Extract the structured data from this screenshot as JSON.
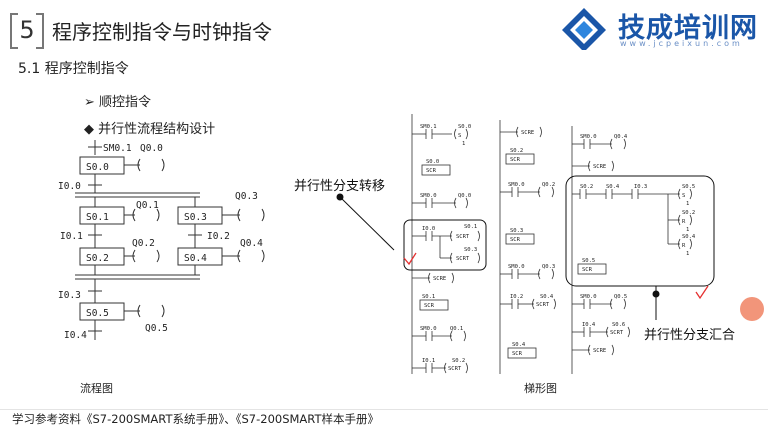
{
  "header": {
    "number": "5",
    "title": "程序控制指令与时钟指令",
    "logo_text": "技成培训网",
    "logo_url": "www.jcpeixun.com"
  },
  "section": "5.1 程序控制指令",
  "bullets": [
    {
      "marker": "➢",
      "text": "顺控指令"
    },
    {
      "marker": "◆",
      "text": "并行性流程结构设计"
    }
  ],
  "flowchart": {
    "caption": "流程图",
    "labels": {
      "sm01": "SM0.1",
      "s00": "S0.0",
      "q00": "Q0.0",
      "i00": "I0.0",
      "s01": "S0.1",
      "q01": "Q0.1",
      "s03": "S0.3",
      "q03": "Q0.3",
      "i01": "I0.1",
      "i02": "I0.2",
      "s02": "S0.2",
      "q02": "Q0.2",
      "s04": "S0.4",
      "q04": "Q0.4",
      "i03": "I0.3",
      "s05": "S0.5",
      "q05": "Q0.5",
      "i04": "I0.4"
    }
  },
  "ladder": {
    "caption": "梯形图",
    "col1": {
      "sm01": "SM0.1",
      "s00a": "S0.0",
      "s_coil": "S",
      "one": "1",
      "s00": "S0.0",
      "scr": "SCR",
      "sm00a": "SM0.0",
      "q00": "Q0.0",
      "i00": "I0.0",
      "s01": "S0.1",
      "scrt": "SCRT",
      "s03": "S0.3",
      "scre": "SCRE",
      "s01b": "S0.1",
      "sm00b": "SM0.0",
      "q01": "Q0.1",
      "i01": "I0.1",
      "s02": "S0.2"
    },
    "col2": {
      "scre": "SCRE",
      "s02": "S0.2",
      "scr": "SCR",
      "sm00a": "SM0.0",
      "q02": "Q0.2",
      "s03": "S0.3",
      "sm00b": "SM0.0",
      "q03": "Q0.3",
      "i02": "I0.2",
      "s04a": "S0.4",
      "scrt": "SCRT",
      "s04": "S0.4"
    },
    "col3": {
      "sm00a": "SM0.0",
      "q04": "Q0.4",
      "scre": "SCRE",
      "s02": "S0.2",
      "s04": "S0.4",
      "i03": "I0.3",
      "s05": "S0.5",
      "s_coil": "S",
      "one": "1",
      "s02r": "S0.2",
      "r_coil": "R",
      "s04r": "S0.4",
      "s05b": "S0.5",
      "scr": "SCR",
      "sm00b": "SM0.0",
      "q05": "Q0.5",
      "i04": "I0.4",
      "s06": "S0.6",
      "scrt": "SCRT"
    }
  },
  "annotations": {
    "diverge": "并行性分支转移",
    "converge": "并行性分支汇合"
  },
  "footer": "学习参考资料《S7-200SMART系统手册》、《S7-200SMART样本手册》",
  "colors": {
    "accent": "#1a56a8",
    "check": "#e53030",
    "dot": "#f2957a"
  }
}
